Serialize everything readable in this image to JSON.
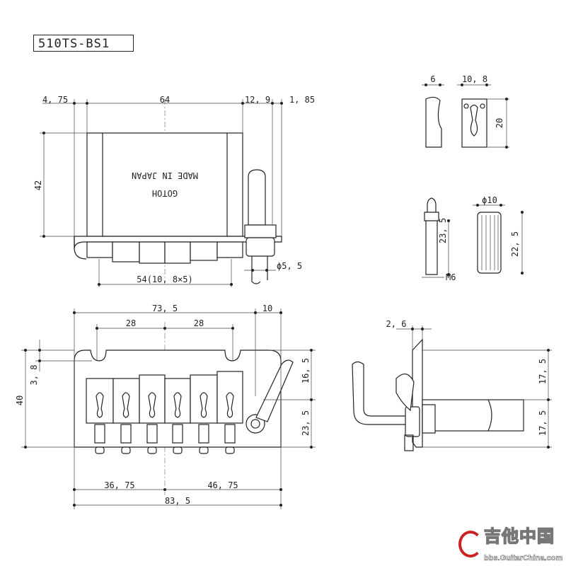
{
  "title": "510TS-BS1",
  "logo": {
    "brand": "GOTOH",
    "made_in": "MADE IN JAPAN"
  },
  "top_view": {
    "d_left": "4, 75",
    "d_body": "64",
    "d_right1": "12, 9",
    "d_right2": "1, 85",
    "d_height": "42",
    "d_spacing": "54(10, 8×5)",
    "d_arm": "ϕ5, 5"
  },
  "parts": {
    "block_w": "6",
    "block_w2": "10, 8",
    "block_h": "20",
    "post_h": "23, 5",
    "post_thread": "M6",
    "knurl_d": "ϕ10",
    "knurl_h": "22, 5"
  },
  "front_view": {
    "d_width": "73, 5",
    "d_arm": "10",
    "d_span1": "28",
    "d_span2": "28",
    "d_slot": "3, 8",
    "d_height": "40",
    "d_upper": "16, 5",
    "d_lower": "23, 5",
    "d_left": "36, 75",
    "d_right": "46, 75",
    "d_total": "83, 5"
  },
  "side_view": {
    "d_thick": "2, 6",
    "d_upper": "17, 5",
    "d_lower": "17, 5"
  },
  "watermark": {
    "cn": "吉他中国",
    "url": "bbs.GuitarChina.com",
    "color": "#cc2222"
  }
}
